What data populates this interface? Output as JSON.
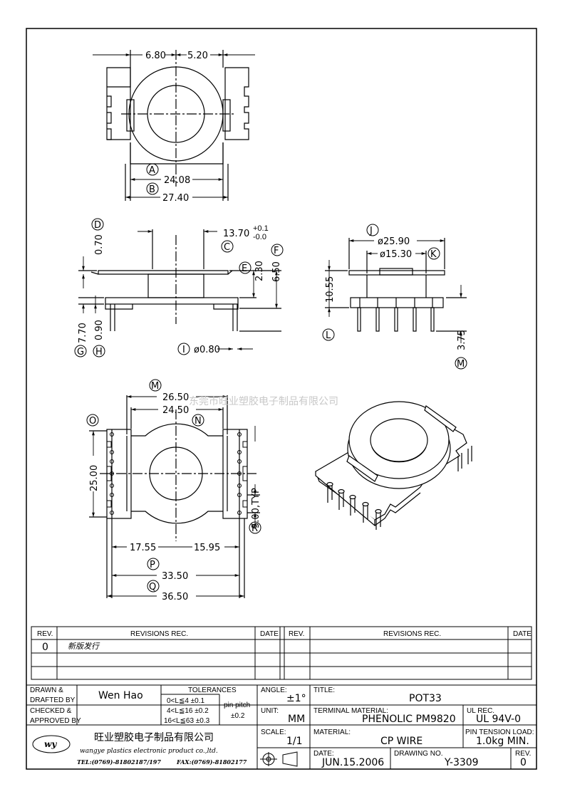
{
  "top_view": {
    "dim_left": "6.80",
    "dim_right": "5.20",
    "dim_a": "24.08",
    "dim_b": "27.40",
    "label_a": "A",
    "label_b": "B"
  },
  "side_view": {
    "label_d": "D",
    "dim_d": "0.70",
    "dim_c": "13.70",
    "dim_c_plus": "+0.1",
    "dim_c_minus": "-0.0",
    "label_c": "C",
    "label_e": "E",
    "dim_e": "2.30",
    "label_f": "F",
    "dim_f": "6.50",
    "dim_g": "7.70",
    "dim_h": "0.90",
    "label_g": "G",
    "label_h": "H",
    "label_i": "I",
    "dim_i": "ø0.80"
  },
  "front_view": {
    "label_j": "J",
    "dim_j": "ø25.90",
    "dim_k": "ø15.30",
    "label_k": "K",
    "dim_l": "10.55",
    "label_l": "L",
    "dim_m": "3.75",
    "label_m": "M"
  },
  "bottom_view": {
    "label_m": "M",
    "dim_m": "26.50",
    "dim_n": "24.50",
    "label_n": "N",
    "label_o": "O",
    "dim_o": "25.00",
    "dim_pitch": "5.00,TYP",
    "label_r": "R",
    "dim_left": "17.55",
    "dim_right": "15.95",
    "label_p": "P",
    "dim_p": "33.50",
    "label_q": "Q",
    "dim_q": "36.50"
  },
  "watermark": "东莞市旺业塑胶电子制品有限公司",
  "revisions": {
    "col_rev": "REV.",
    "col_rec": "REVISIONS  REC.",
    "col_date": "DATE",
    "rows": [
      {
        "rev": "0",
        "rec": "新版发行",
        "date": ""
      }
    ]
  },
  "title_block": {
    "drawn_label": "DRAWN &",
    "drafted_label": "DRAFTED BY",
    "drawn_by": "Wen Hao",
    "checked_label": "CHECKED &",
    "approved_label": "APPROVED BY",
    "tolerances_title": "TOLERANCES",
    "tol_1": "0<L≦4   ±0.1",
    "tol_2": "4<L≦16  ±0.2",
    "tol_3": "16<L≦63 ±0.3",
    "pin_pitch_label": "pin pitch",
    "pin_pitch_value": "±0.2",
    "angle_label": "ANGLE:",
    "angle_value": "±1°",
    "unit_label": "UNIT:",
    "unit_value": "MM",
    "scale_label": "SCALE:",
    "scale_value": "1/1",
    "title_label": "TITLE:",
    "title_value": "POT33",
    "terminal_label": "TERMINAL MATERIAL:",
    "terminal_value": "PHENOLIC PM9820",
    "ul_label": "UL REC.",
    "ul_value": "UL 94V-0",
    "material_label": "MATERIAL:",
    "material_value": "CP WIRE",
    "pin_tension_label": "PIN TENSION LOAD:",
    "pin_tension_value": "1.0kg MIN.",
    "date_label": "DATE:",
    "date_value": "JUN.15.2006",
    "drawing_no_label": "DRAWING NO.",
    "drawing_no_value": "Y-3309",
    "rev_label": "REV.",
    "rev_value": "0",
    "company_cn": "旺业塑胶电子制品有限公司",
    "company_en": "wangye plastics electronic product co.,ltd.",
    "tel": "TEL:(0769)-81802187/197",
    "fax": "FAX:(0769)-81802177",
    "logo_text": "wy"
  }
}
